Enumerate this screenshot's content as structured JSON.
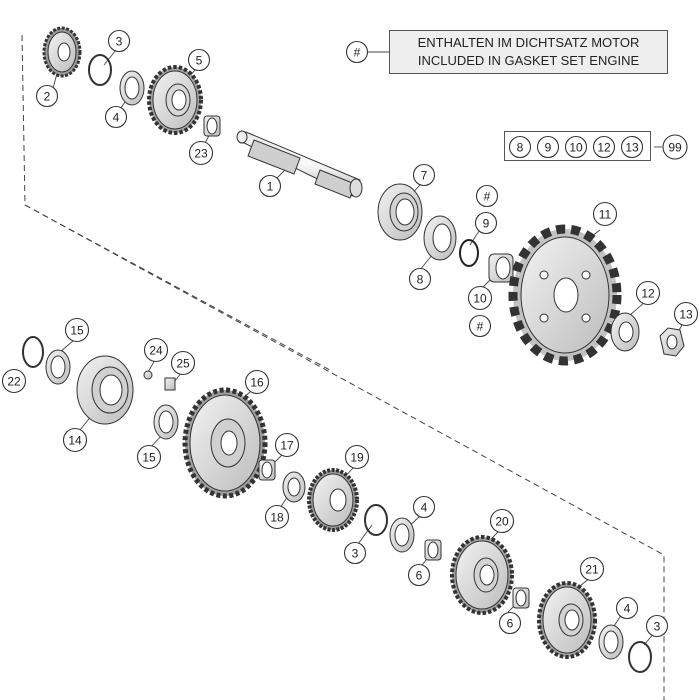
{
  "legend": {
    "symbol": "#",
    "line1": "ENTHALTEN IM DICHTSATZ MOTOR",
    "line2": "INCLUDED IN GASKET SET ENGINE"
  },
  "gasket_set": {
    "items": [
      "8",
      "9",
      "10",
      "12",
      "13"
    ],
    "set_number": "99"
  },
  "callouts": [
    {
      "id": "c-2",
      "label": "2"
    },
    {
      "id": "c-3a",
      "label": "3"
    },
    {
      "id": "c-4a",
      "label": "4"
    },
    {
      "id": "c-5",
      "label": "5"
    },
    {
      "id": "c-23",
      "label": "23"
    },
    {
      "id": "c-1",
      "label": "1"
    },
    {
      "id": "c-7",
      "label": "7"
    },
    {
      "id": "c-hash1",
      "label": "#"
    },
    {
      "id": "c-9",
      "label": "9"
    },
    {
      "id": "c-11",
      "label": "11"
    },
    {
      "id": "c-8",
      "label": "8"
    },
    {
      "id": "c-10",
      "label": "10"
    },
    {
      "id": "c-hash2",
      "label": "#"
    },
    {
      "id": "c-12",
      "label": "12"
    },
    {
      "id": "c-13",
      "label": "13"
    },
    {
      "id": "c-15a",
      "label": "15"
    },
    {
      "id": "c-22",
      "label": "22"
    },
    {
      "id": "c-24",
      "label": "24"
    },
    {
      "id": "c-25",
      "label": "25"
    },
    {
      "id": "c-16",
      "label": "16"
    },
    {
      "id": "c-14",
      "label": "14"
    },
    {
      "id": "c-15b",
      "label": "15"
    },
    {
      "id": "c-17",
      "label": "17"
    },
    {
      "id": "c-19",
      "label": "19"
    },
    {
      "id": "c-18",
      "label": "18"
    },
    {
      "id": "c-4b",
      "label": "4"
    },
    {
      "id": "c-20",
      "label": "20"
    },
    {
      "id": "c-3b",
      "label": "3"
    },
    {
      "id": "c-6a",
      "label": "6"
    },
    {
      "id": "c-21",
      "label": "21"
    },
    {
      "id": "c-6b",
      "label": "6"
    },
    {
      "id": "c-4c",
      "label": "4"
    },
    {
      "id": "c-3c",
      "label": "3"
    }
  ]
}
